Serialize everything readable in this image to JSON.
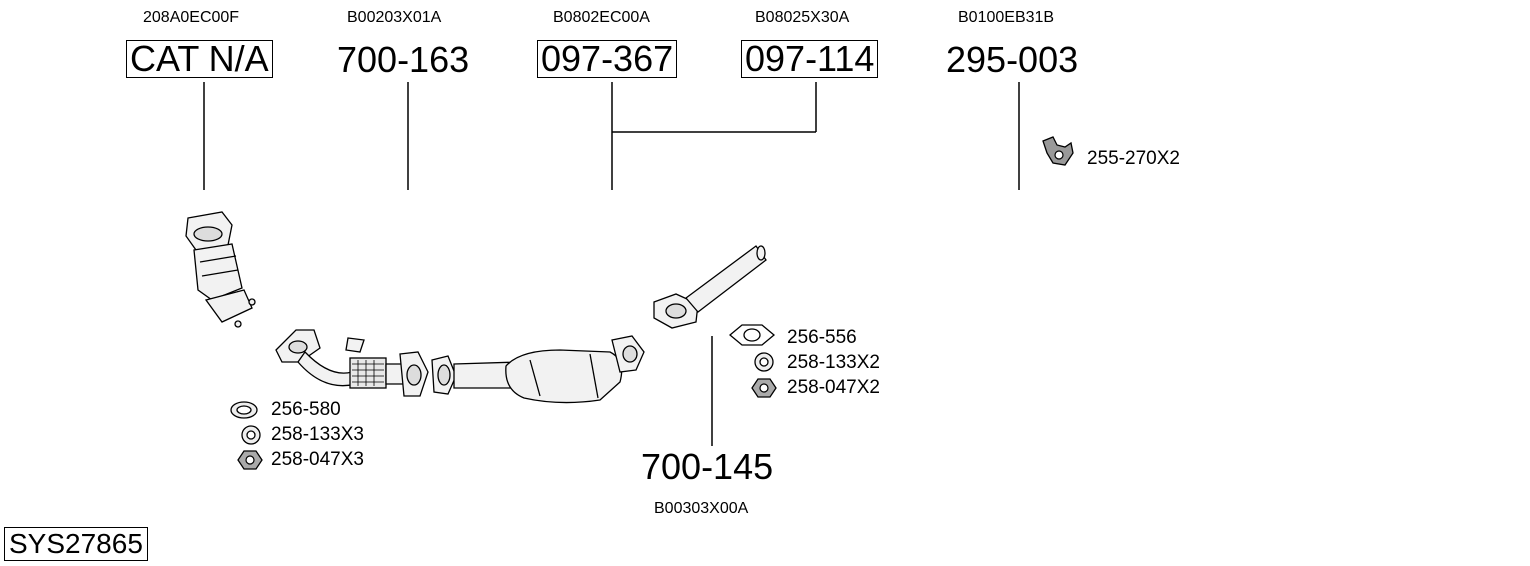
{
  "system_id": "SYS27865",
  "parts": [
    {
      "oem": "208A0EC00F",
      "number": "CAT N/A",
      "boxed": true
    },
    {
      "oem": "B00203X01A",
      "number": "700-163",
      "boxed": false
    },
    {
      "oem": "B0802EC00A",
      "number": "097-367",
      "boxed": true
    },
    {
      "oem": "B08025X30A",
      "number": "097-114",
      "boxed": true
    },
    {
      "oem": "B0100EB31B",
      "number": "295-003",
      "boxed": false
    },
    {
      "oem": "B00303X00A",
      "number": "700-145",
      "boxed": false
    }
  ],
  "accessories": {
    "group1": [
      "256-580",
      "258-133X3",
      "258-047X3"
    ],
    "group2": [
      "256-556",
      "258-133X2",
      "258-047X2"
    ],
    "hanger": "255-270X2"
  },
  "icons": {
    "gasket_ring": "gasket-icon",
    "washer": "washer-icon",
    "nut": "nut-icon",
    "flange_gasket": "flange-gasket-icon",
    "rubber_hanger": "rubber-hanger-icon"
  }
}
